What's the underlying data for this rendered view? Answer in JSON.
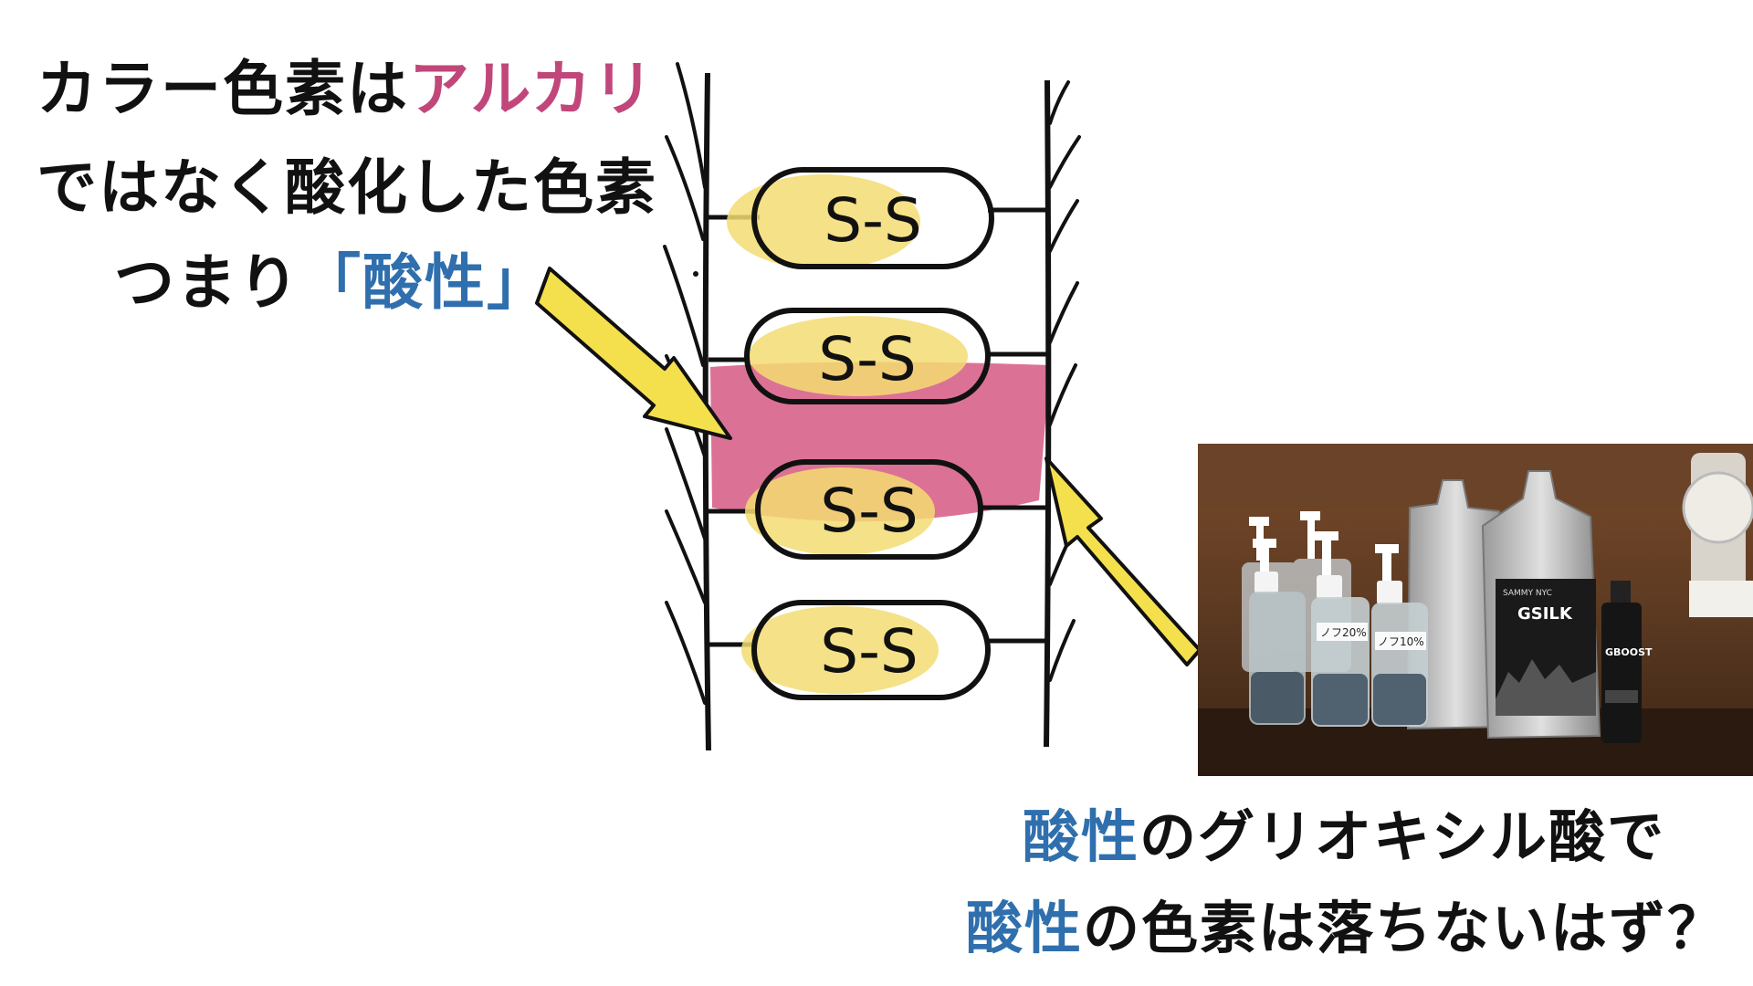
{
  "text_top_left": {
    "line1_plain": "カラー色素は",
    "line1_highlight": "アルカリ",
    "line2": "ではなく酸化した色素",
    "line3_plain": "つまり",
    "line3_highlight": "「酸性」"
  },
  "text_bottom_right": {
    "line1_highlight": "酸性",
    "line1_plain": "のグリオキシル酸で",
    "line2_highlight": "酸性",
    "line2_plain": "の色素は落ちないはず？"
  },
  "diagram": {
    "bond_label": "S-S",
    "bond_count": 4
  },
  "photo": {
    "label_bottle_1": "ノフ20%",
    "label_bottle_2": "ノフ10%",
    "product_pouch": "GSILK",
    "product_bottle": "GBOOST",
    "brand": "SAMMY NYC"
  },
  "colors": {
    "highlight_pink": "#c1477a",
    "highlight_blue": "#2f6fad",
    "arrow_yellow": "#f4e04d",
    "band_pink": "#dc7196",
    "bond_yellow": "#f3dc72"
  }
}
